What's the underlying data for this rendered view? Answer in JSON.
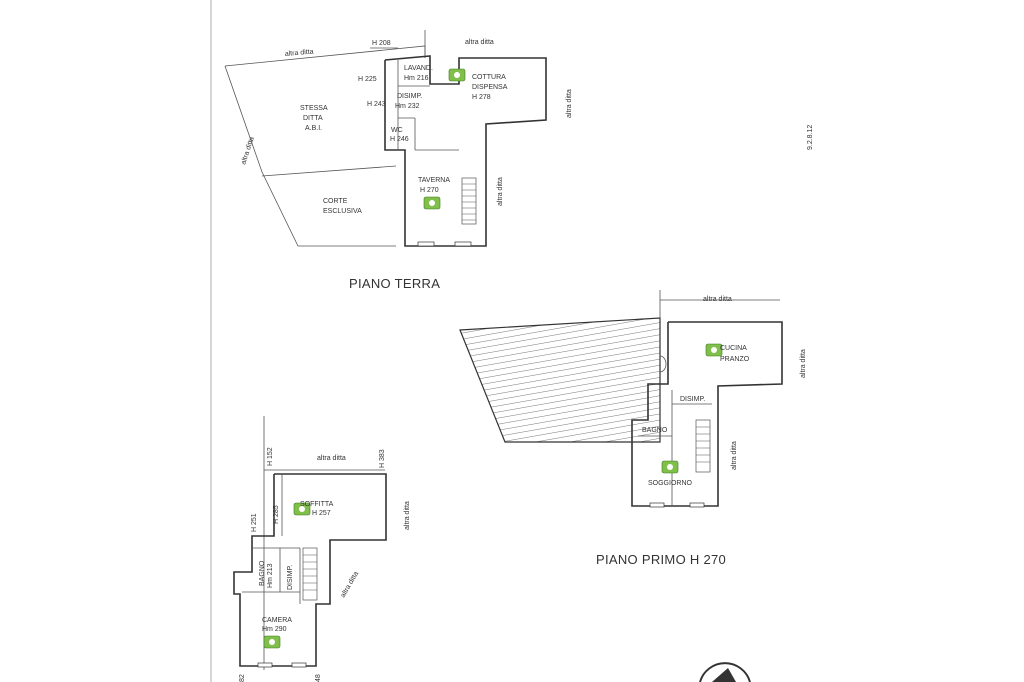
{
  "titles": {
    "ground": "PIANO TERRA",
    "first": "PIANO PRIMO H 270"
  },
  "ground": {
    "h208": "H 208",
    "altra_ditta_top_left": "altra ditta",
    "altra_ditta_top_right": "altra ditta",
    "altra_ditta_left": "altra ditta",
    "altra_ditta_right": "altra ditta",
    "altra_ditta_mid": "altra ditta",
    "h225": "H 225",
    "h243": "H 243",
    "lavand1": "LAVAND.",
    "lavand2": "Hm 216",
    "cottura1": "COTTURA",
    "cottura2": "DISPENSA",
    "cottura3": "H 278",
    "stessa1": "STESSA",
    "stessa2": "DITTA",
    "stessa3": "A.B.I.",
    "disimp1": "DISIMP.",
    "disimp2": "Hm 232",
    "wc1": "WC",
    "wc2": "H 246",
    "taverna1": "TAVERNA",
    "taverna2": "H 270",
    "corte1": "CORTE",
    "corte2": "ESCLUSIVA"
  },
  "first": {
    "altra_ditta_top": "altra ditta",
    "altra_ditta_right": "altra ditta",
    "altra_ditta_mid": "altra ditta",
    "cucina1": "CUCINA",
    "cucina2": "PRANZO",
    "disimp": "DISIMP.",
    "bagno": "BAGNO",
    "soggiorno": "SOGGIORNO"
  },
  "attic": {
    "altra_ditta_top": "altra ditta",
    "altra_ditta_right": "altra ditta",
    "altra_ditta_low": "altra ditta",
    "h152": "H 152",
    "h383": "H 383",
    "h251": "H 251",
    "h285": "H 285",
    "soffitta1": "SOFFITTA",
    "soffitta2": "H 257",
    "disimp": "DISIMP.",
    "bagno1": "BAGNO",
    "bagno2": "Hm 213",
    "camera1": "CAMERA",
    "camera2": "Hm 290",
    "h82": "82",
    "h48": "48"
  },
  "margin_note": "9.2.8.12",
  "colors": {
    "line": "#333333",
    "camera": "#7fbf4a"
  }
}
